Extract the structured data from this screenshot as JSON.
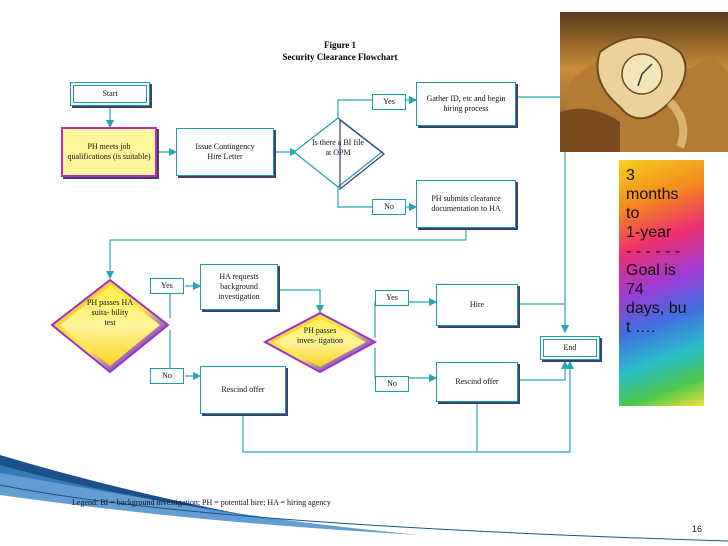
{
  "figure": {
    "number": "Figure  1",
    "title": "Security Clearance Flowchart"
  },
  "nodes": {
    "start": "Start",
    "ph_meets": "PH meets job qualifications (is suitable)",
    "issue_hire": "Issue Contingency Hire Letter",
    "bi_file": "Is there a BI file at OPM",
    "gather_id": "Gather ID, etc and begin hiring process",
    "ph_submits": "PH submits clearance documentation to HA",
    "ph_suit": "PH passes HA suita- bility test",
    "ha_requests": "HA requests background investigation",
    "rescind1": "Rescind offer",
    "ph_invest": "PH passes inves- tigation",
    "hire": "Hire",
    "rescind2": "Rescind offer",
    "end": "End"
  },
  "labels": {
    "yes1": "Yes",
    "no1": "No",
    "yes2": "Yes",
    "no2": "No",
    "yes3": "Yes",
    "no3": "No"
  },
  "note": "3\nmonths\nto\n1-year\n- - - - - -\nGoal is\n74\ndays, bu\nt ….",
  "legend": "Legend: BI = background investigation; PH = potential hire; HA = hiring agency",
  "page_number": "16",
  "colors": {
    "connector": "#28a7b3",
    "shadow": "#3a3f6b",
    "ph_box_fill": "#fff79a",
    "ph_box_border": "#c02bb0"
  }
}
